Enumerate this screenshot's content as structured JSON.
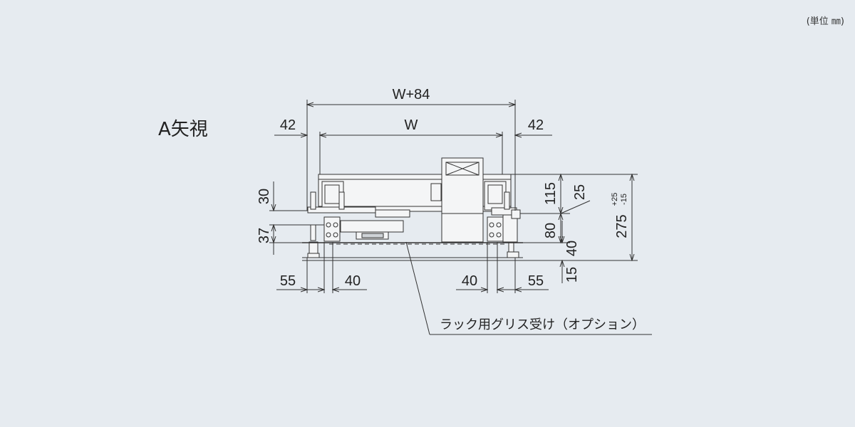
{
  "unit_note": "(単位 ㎜)",
  "view_label": "A矢視",
  "dimensions": {
    "overall_width": "W+84",
    "inner_width": "W",
    "left_offset": "42",
    "right_offset": "42",
    "height_115": "115",
    "height_25": "25",
    "height_30": "30",
    "height_37": "37",
    "height_80": "80",
    "height_40": "40",
    "height_15": "15",
    "total_height": "275",
    "total_tol_plus": "+25",
    "total_tol_minus": "-15",
    "bottom_left_55": "55",
    "bottom_left_40": "40",
    "bottom_right_40": "40",
    "bottom_right_55": "55"
  },
  "callout": "ラック用グリス受け（オプション）"
}
